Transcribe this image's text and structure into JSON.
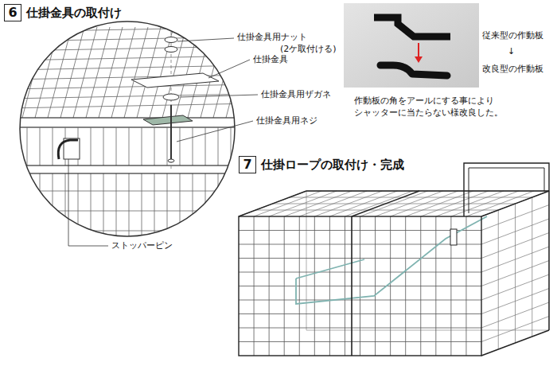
{
  "diagram": {
    "nodes": [
      {
        "text": [
          "6",
          "仕掛金具の取付け"
        ]
      },
      {
        "text": [
          "7",
          "仕掛ロープの取付け・完成"
        ]
      }
    ],
    "labels": [
      "仕掛金具用ナット",
      "(2ケ取付ける)",
      "仕掛金具",
      "仕掛金具用ザガネ",
      "仕掛金具用ネジ",
      "ストッパーピン",
      "従来型の作動板",
      "↓",
      "改良型の作動板",
      "作動板の角をアールにする事により シャッターに当たらない様改良した。"
    ]
  }
}
